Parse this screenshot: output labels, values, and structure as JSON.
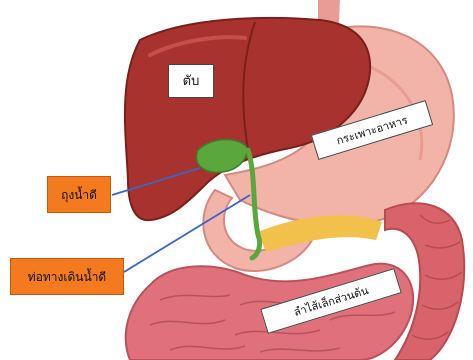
{
  "labels": {
    "liver": "ตับ",
    "stomach": "กระเพาะอาหาร",
    "gallbladder": "ถุงน้ำดี",
    "bile_duct": "ท่อทางเดินน้ำดี",
    "small_intestine": "ลำไส้เล็กส่วนต้น"
  },
  "colors": {
    "liver": "#a8322e",
    "stomach": "#f2b3a8",
    "gallbladder": "#5aa73c",
    "intestine": "#d9636a",
    "callout_orange": "#f47a1f",
    "pointer_line": "#3a64c9"
  }
}
